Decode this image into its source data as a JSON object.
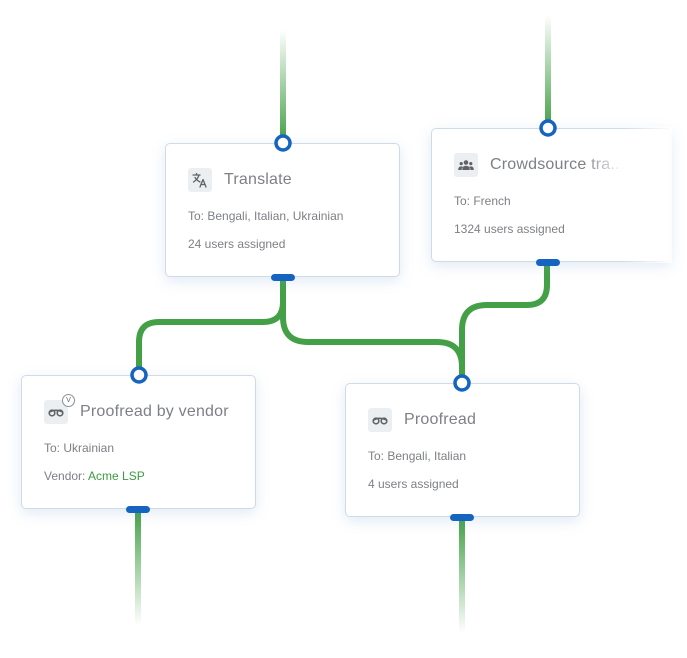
{
  "colors": {
    "connector": "#43a047",
    "port": "#1565c0",
    "card_border": "#cfdbe6",
    "text": "#7d8085",
    "vendor_link": "#3a9c3e"
  },
  "nodes": {
    "translate": {
      "icon": "translate-icon",
      "title": "Translate",
      "languages": "To: Bengali, Italian, Ukrainian",
      "assigned": "24 users assigned"
    },
    "crowdsource": {
      "icon": "users-group-icon",
      "title": "Crowdsource tra...",
      "languages": "To: French",
      "assigned": "1324 users assigned"
    },
    "proofread_vendor": {
      "icon": "proofread-glasses-icon",
      "badge": "V",
      "title": "Proofread by vendor",
      "languages": "To: Ukrainian",
      "vendor_label": "Vendor: ",
      "vendor_name": "Acme LSP"
    },
    "proofread": {
      "icon": "proofread-glasses-icon",
      "title": "Proofread",
      "languages": "To: Bengali, Italian",
      "assigned": "4 users assigned"
    }
  }
}
